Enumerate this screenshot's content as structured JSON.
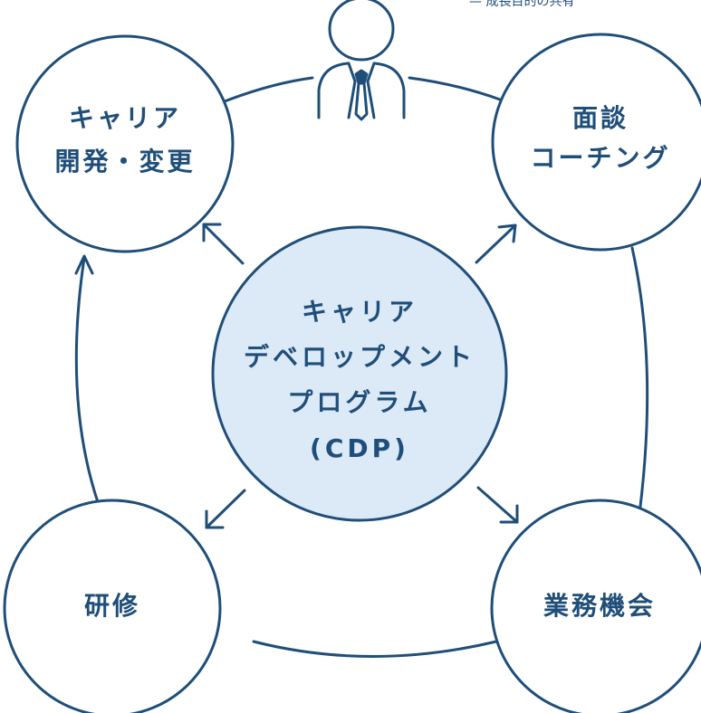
{
  "caption": "— 成長目的の共有",
  "nodes": {
    "top_left": {
      "line1": "キャリア",
      "line2": "開発・変更"
    },
    "top_right": {
      "line1": "面談",
      "line2": "コーチング"
    },
    "bottom_left": {
      "line1": "研修"
    },
    "bottom_right": {
      "line1": "業務機会"
    },
    "center": {
      "line1": "キャリア",
      "line2": "デベロップメント",
      "line3": "プログラム",
      "line4": "(CDP)"
    }
  },
  "icons": {
    "person": "person-suit-icon"
  },
  "colors": {
    "stroke": "#1f4e79",
    "center_fill": "#dce9f7",
    "text": "#1f4e79",
    "background": "#ffffff"
  }
}
